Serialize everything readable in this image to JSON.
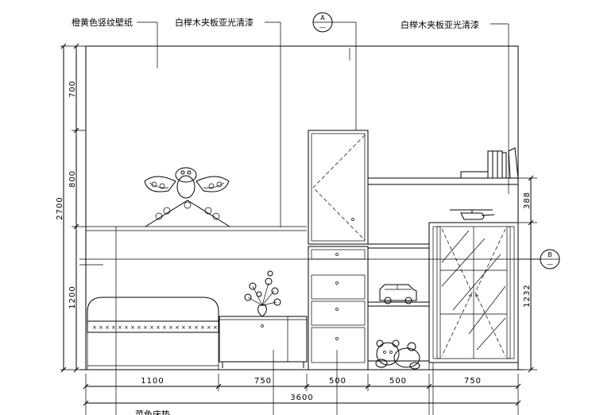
{
  "annotations": {
    "wallpaper": "橙黄色竖纹壁纸",
    "veneer_left": "白榉木夹板亚光清漆",
    "veneer_right": "白榉木夹板亚光清漆",
    "bottom_partial": "菜色床垫"
  },
  "section_marks": {
    "a_letter": "A",
    "a_sub": "—",
    "b_letter": "B",
    "b_sub": "—"
  },
  "dimensions": {
    "left": [
      "700",
      "800",
      "2700",
      "1200"
    ],
    "right": [
      "388",
      "1232"
    ],
    "bottom": [
      "1100",
      "750",
      "500",
      "500",
      "750"
    ],
    "total": "3600"
  }
}
